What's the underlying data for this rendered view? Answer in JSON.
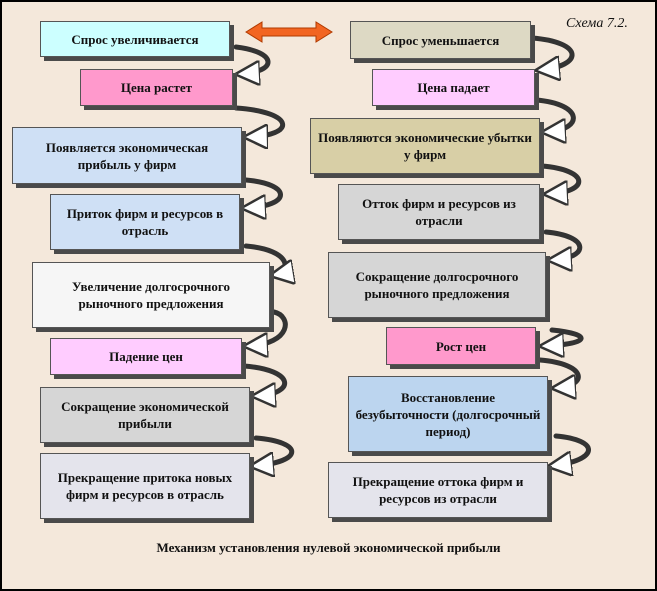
{
  "schema_label": "Схема 7.2.",
  "caption": "Механизм установления нулевой экономической прибыли",
  "left": {
    "demand_up": "Спрос увеличивается",
    "price_rises": "Цена растет",
    "profit_appears": "Появляется экономическая прибыль у фирм",
    "inflow": "Приток фирм и ресурсов в отрасль",
    "supply_increase": "Увеличение долгосрочного рыночного предложения",
    "price_fall": "Падение цен",
    "profit_decrease": "Сокращение экономической прибыли",
    "inflow_stop": "Прекращение притока новых фирм и ресурсов в отрасль"
  },
  "right": {
    "demand_down": "Спрос уменьшается",
    "price_falls": "Цена падает",
    "losses_appear": "Появляются экономические убытки у фирм",
    "outflow": "Отток фирм и ресурсов из отрасли",
    "supply_decrease": "Сокращение долгосрочного рыночного предложения",
    "price_growth": "Рост цен",
    "breakeven": "Восстановление безубыточности (долгосрочный период)",
    "outflow_stop": "Прекращение оттока фирм и ресурсов из отрасли"
  },
  "colors": {
    "background": "#f4e8db",
    "double_arrow": "#f26522"
  }
}
